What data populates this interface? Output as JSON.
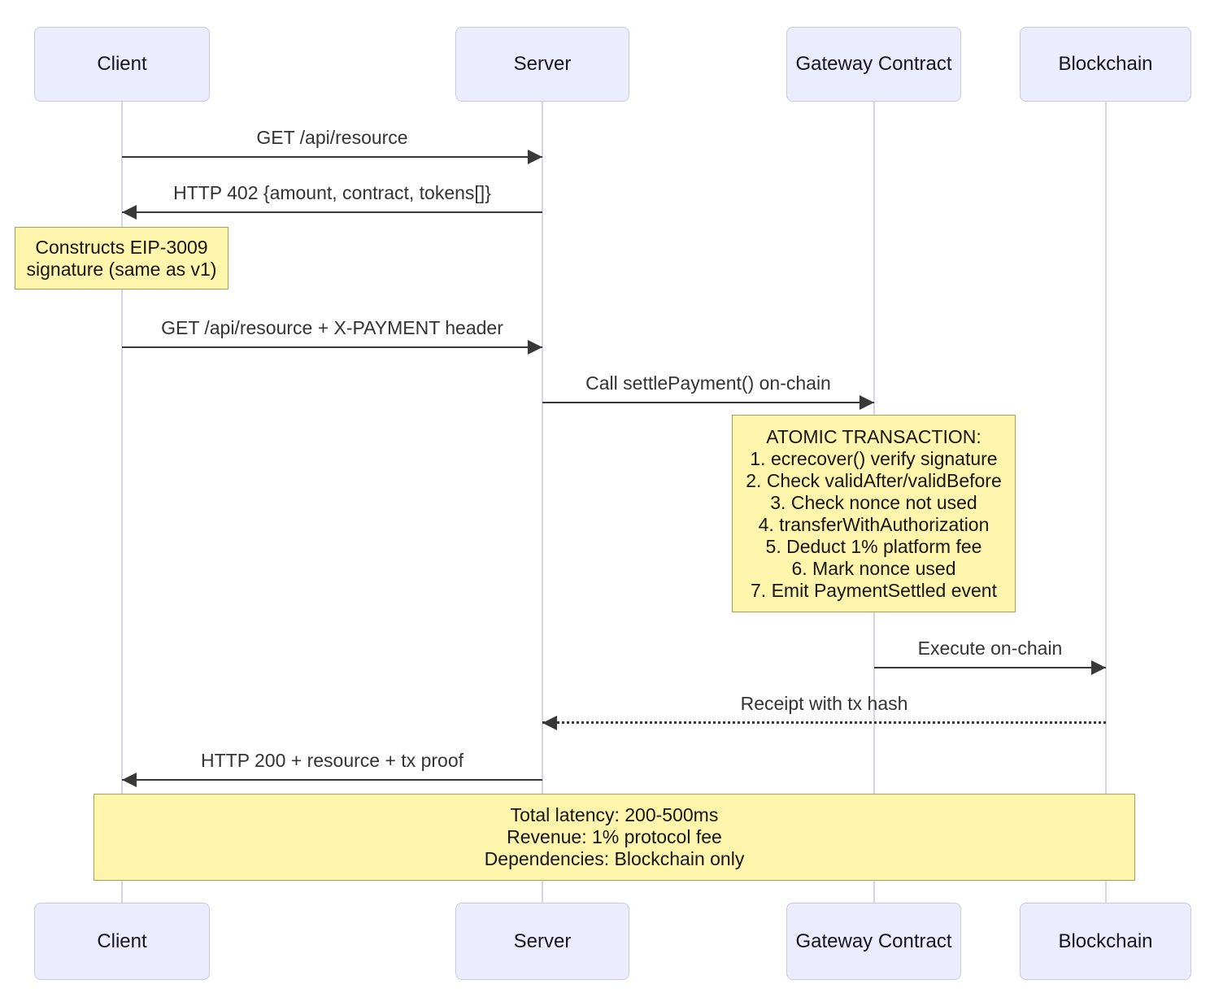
{
  "diagram": {
    "type": "sequence",
    "participants": [
      {
        "id": "client",
        "label": "Client"
      },
      {
        "id": "server",
        "label": "Server"
      },
      {
        "id": "gateway",
        "label": "Gateway Contract"
      },
      {
        "id": "blockchain",
        "label": "Blockchain"
      }
    ],
    "messages": [
      {
        "from": "Client",
        "to": "Server",
        "label": "GET /api/resource",
        "line": "solid"
      },
      {
        "from": "Server",
        "to": "Client",
        "label": "HTTP 402 {amount, contract, tokens[]}",
        "line": "solid"
      },
      {
        "from": "Client",
        "to": "Server",
        "label": "GET /api/resource + X-PAYMENT header",
        "line": "solid"
      },
      {
        "from": "Server",
        "to": "Gateway Contract",
        "label": "Call settlePayment() on-chain",
        "line": "solid"
      },
      {
        "from": "Gateway Contract",
        "to": "Blockchain",
        "label": "Execute on-chain",
        "line": "solid"
      },
      {
        "from": "Blockchain",
        "to": "Server",
        "label": "Receipt with tx hash",
        "line": "dotted"
      },
      {
        "from": "Server",
        "to": "Client",
        "label": "HTTP 200 + resource + tx proof",
        "line": "solid"
      }
    ],
    "notes": [
      {
        "over": "Client",
        "lines": [
          "Constructs EIP-3009",
          "signature (same as v1)"
        ]
      },
      {
        "over": "Gateway Contract",
        "lines": [
          "ATOMIC TRANSACTION:",
          "1. ecrecover() verify signature",
          "2. Check validAfter/validBefore",
          "3. Check nonce not used",
          "4. transferWithAuthorization",
          "5. Deduct 1% platform fee",
          "6. Mark nonce used",
          "7. Emit PaymentSettled event"
        ]
      },
      {
        "over": "Client,Blockchain",
        "lines": [
          "Total latency: 200-500ms",
          "Revenue: 1% protocol fee",
          "Dependencies: Blockchain only"
        ]
      }
    ],
    "colors": {
      "actor_fill": "#ECECFF",
      "actor_border": "#C9C9E0",
      "note_fill": "#FFF5AD",
      "note_border": "#A3A353",
      "message_line": "#383838",
      "message_text": "#333333",
      "lifeline": "#D5D5E6",
      "background": "#FFFFFF"
    }
  }
}
